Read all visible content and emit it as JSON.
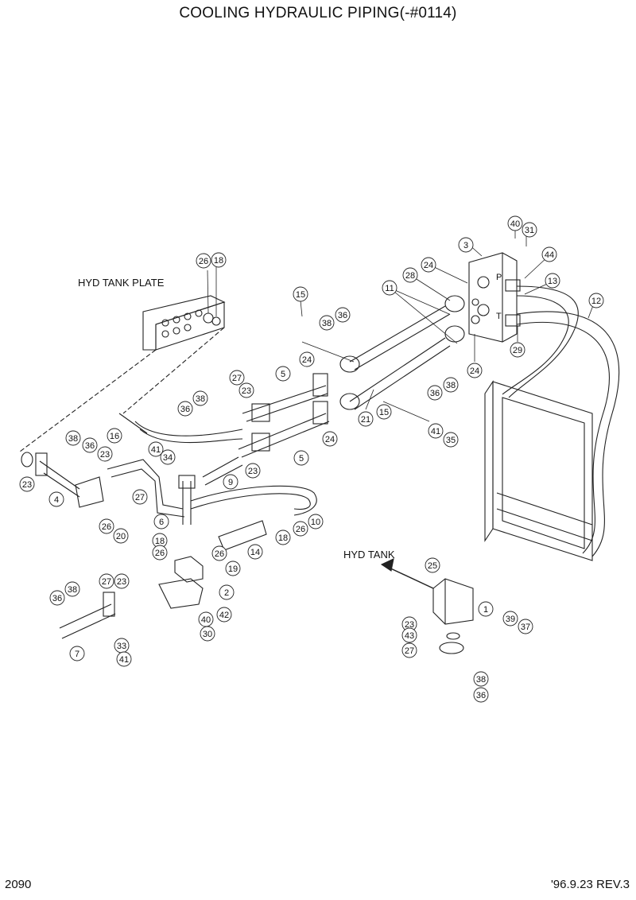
{
  "title": "COOLING HYDRAULIC PIPING(-#0114)",
  "labels": {
    "hyd_tank_plate": "HYD TANK PLATE",
    "hyd_tank": "HYD TANK"
  },
  "port_letters": {
    "p": "P",
    "t": "T"
  },
  "page_number": "2090",
  "revision": "'96.9.23  REV.3",
  "callouts": [
    {
      "n": "40"
    },
    {
      "n": "31"
    },
    {
      "n": "3"
    },
    {
      "n": "44"
    },
    {
      "n": "26"
    },
    {
      "n": "18"
    },
    {
      "n": "24"
    },
    {
      "n": "13"
    },
    {
      "n": "12"
    },
    {
      "n": "28"
    },
    {
      "n": "11"
    },
    {
      "n": "15"
    },
    {
      "n": "36"
    },
    {
      "n": "38"
    },
    {
      "n": "29"
    },
    {
      "n": "24"
    },
    {
      "n": "24"
    },
    {
      "n": "5"
    },
    {
      "n": "27"
    },
    {
      "n": "23"
    },
    {
      "n": "38"
    },
    {
      "n": "36"
    },
    {
      "n": "36"
    },
    {
      "n": "38"
    },
    {
      "n": "21"
    },
    {
      "n": "15"
    },
    {
      "n": "41"
    },
    {
      "n": "35"
    },
    {
      "n": "24"
    },
    {
      "n": "16"
    },
    {
      "n": "38"
    },
    {
      "n": "36"
    },
    {
      "n": "41"
    },
    {
      "n": "34"
    },
    {
      "n": "23"
    },
    {
      "n": "5"
    },
    {
      "n": "9"
    },
    {
      "n": "23"
    },
    {
      "n": "23"
    },
    {
      "n": "4"
    },
    {
      "n": "27"
    },
    {
      "n": "26"
    },
    {
      "n": "20"
    },
    {
      "n": "6"
    },
    {
      "n": "10"
    },
    {
      "n": "26"
    },
    {
      "n": "18"
    },
    {
      "n": "18"
    },
    {
      "n": "14"
    },
    {
      "n": "26"
    },
    {
      "n": "19"
    },
    {
      "n": "26"
    },
    {
      "n": "2"
    },
    {
      "n": "25"
    },
    {
      "n": "27"
    },
    {
      "n": "23"
    },
    {
      "n": "38"
    },
    {
      "n": "36"
    },
    {
      "n": "42"
    },
    {
      "n": "40"
    },
    {
      "n": "30"
    },
    {
      "n": "1"
    },
    {
      "n": "23"
    },
    {
      "n": "43"
    },
    {
      "n": "39"
    },
    {
      "n": "37"
    },
    {
      "n": "27"
    },
    {
      "n": "33"
    },
    {
      "n": "41"
    },
    {
      "n": "7"
    },
    {
      "n": "38"
    },
    {
      "n": "36"
    }
  ]
}
